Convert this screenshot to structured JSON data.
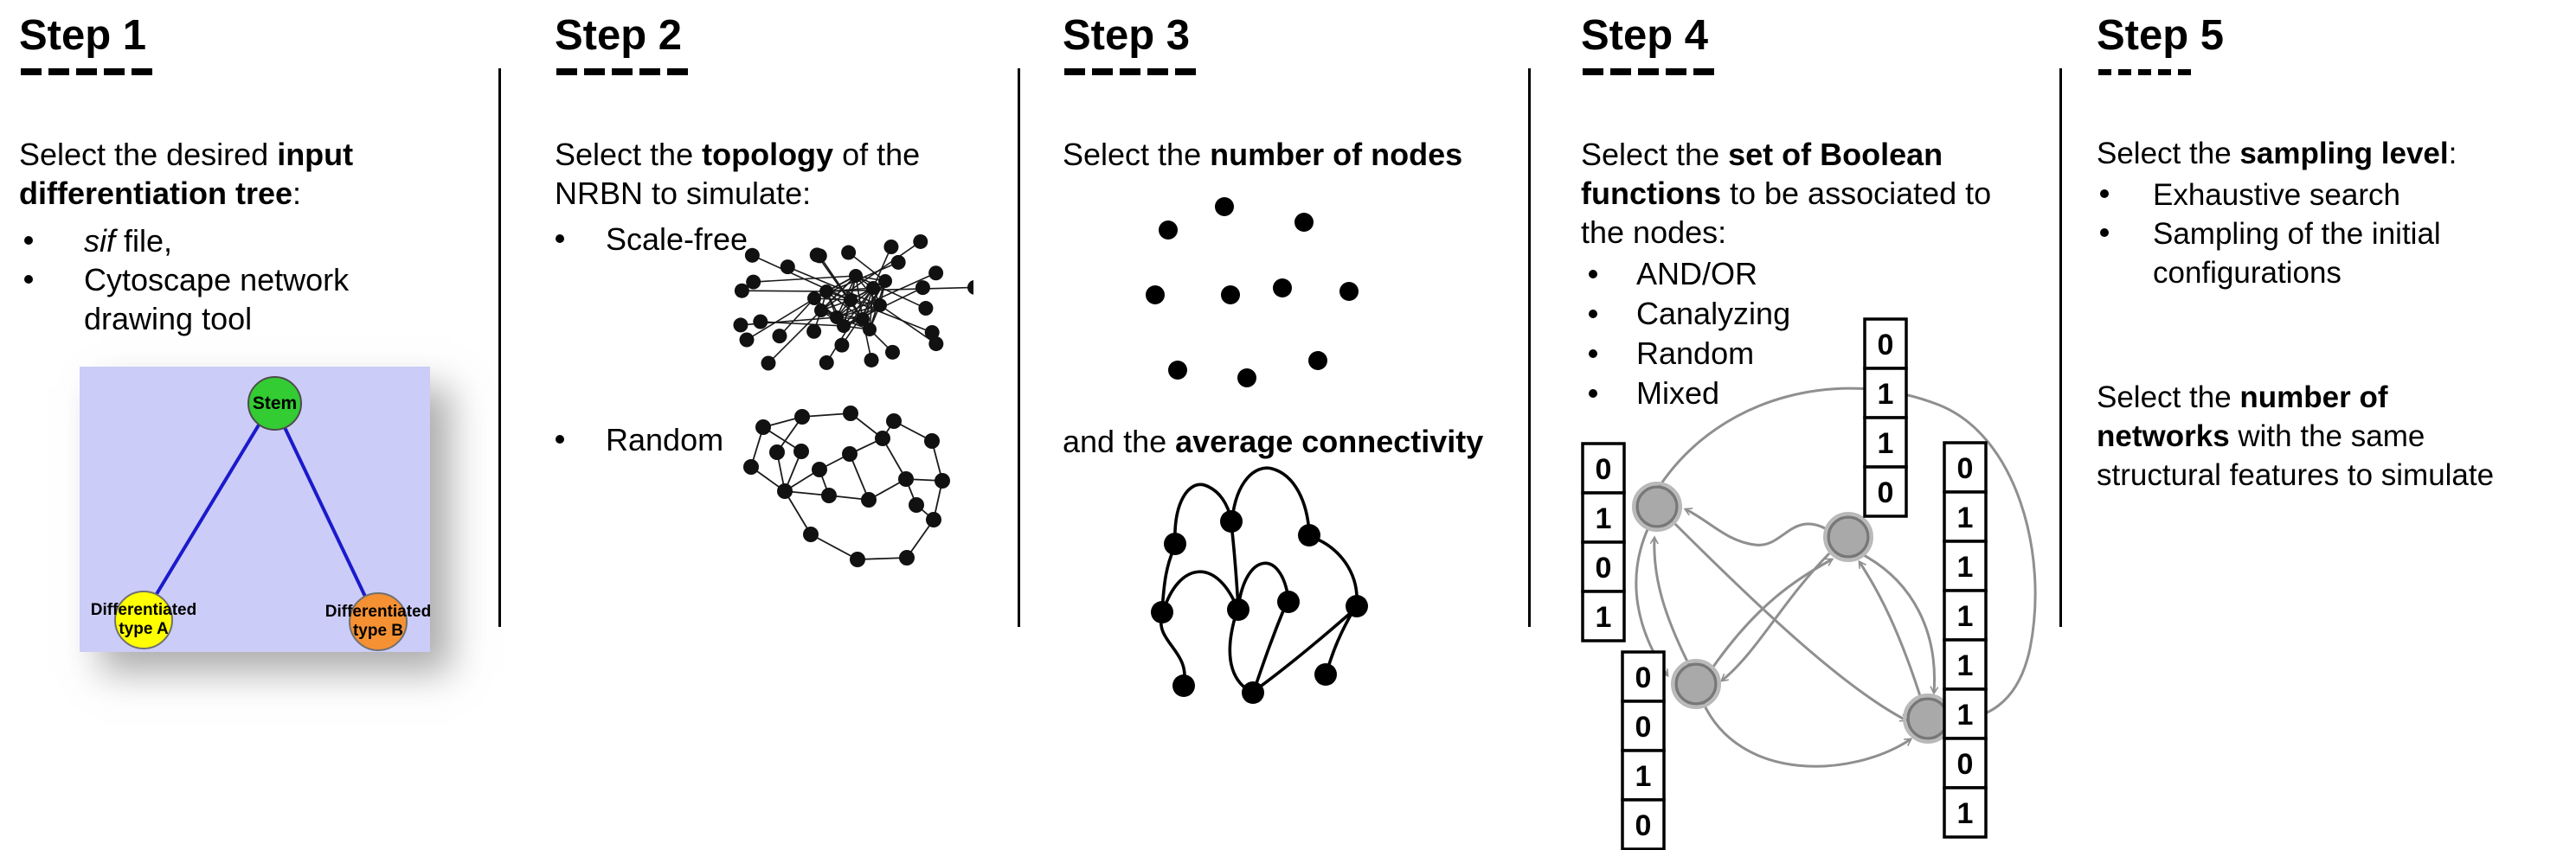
{
  "step1": {
    "heading": "Step 1",
    "dashes": "- - - - -",
    "intro_lines": [
      [
        {
          "t": "Select the desired "
        },
        {
          "t": "input",
          "b": true
        }
      ],
      [
        {
          "t": "differentiation tree",
          "b": true
        },
        {
          "t": ":"
        }
      ]
    ],
    "bullets": [
      {
        "lines": [
          [
            {
              "t": "sif",
              "i": true
            },
            {
              "t": " file,"
            }
          ]
        ]
      },
      {
        "lines": [
          [
            "Cytoscape network"
          ],
          [
            "drawing tool"
          ]
        ]
      }
    ],
    "tree": {
      "root_label": "Stem",
      "left_label": "Differentiated type A",
      "right_label": "Differentiated type B",
      "background": "#ccccf8",
      "root_color": "#33cc33",
      "left_color": "#ffff00",
      "right_color": "#f59133",
      "edge_color": "#1a1acc"
    }
  },
  "step2": {
    "heading": "Step 2",
    "dashes": "- - - - -",
    "intro_lines": [
      [
        {
          "t": "Select the "
        },
        {
          "t": "topology",
          "b": true
        },
        {
          "t": " of the"
        }
      ],
      [
        "NRBN to simulate:"
      ]
    ],
    "bullets": [
      {
        "lines": [
          [
            "Scale-free"
          ]
        ]
      },
      {
        "lines": [
          [
            "Random"
          ]
        ]
      }
    ]
  },
  "step3": {
    "heading": "Step 3",
    "dashes": "- - - - -",
    "intro_lines": [
      [
        {
          "t": "Select the "
        },
        {
          "t": "number of nodes",
          "b": true
        }
      ]
    ],
    "second_lines": [
      [
        {
          "t": "and the "
        },
        {
          "t": "average connectivity",
          "b": true
        }
      ]
    ]
  },
  "step4": {
    "heading": "Step 4",
    "dashes": "- - - - -",
    "intro_lines": [
      [
        {
          "t": "Select the "
        },
        {
          "t": "set of Boolean",
          "b": true
        }
      ],
      [
        {
          "t": "functions",
          "b": true
        },
        {
          "t": " to be associated to"
        }
      ],
      [
        "the nodes:"
      ]
    ],
    "bullets": [
      {
        "lines": [
          [
            "AND/OR"
          ]
        ]
      },
      {
        "lines": [
          [
            "Canalyzing"
          ]
        ]
      },
      {
        "lines": [
          [
            "Random"
          ]
        ]
      },
      {
        "lines": [
          [
            "Mixed"
          ]
        ]
      }
    ],
    "truth_tables": {
      "left": [
        "0",
        "1",
        "0",
        "1"
      ],
      "top": [
        "0",
        "1",
        "1",
        "0"
      ],
      "bottom_left": [
        "0",
        "0",
        "1",
        "0"
      ],
      "right": [
        "0",
        "1",
        "1",
        "1",
        "1",
        "1",
        "0",
        "1"
      ]
    }
  },
  "step5": {
    "heading": "Step 5",
    "dashes": "- - - - -",
    "intro_lines": [
      [
        {
          "t": "Select the "
        },
        {
          "t": "sampling level",
          "b": true
        },
        {
          "t": ":"
        }
      ]
    ],
    "bullets": [
      {
        "lines": [
          [
            "Exhaustive search"
          ]
        ]
      },
      {
        "lines": [
          [
            "Sampling of the initial"
          ],
          [
            "configurations"
          ]
        ]
      }
    ],
    "second_lines": [
      [
        {
          "t": "Select the "
        },
        {
          "t": "number of",
          "b": true
        }
      ],
      [
        {
          "t": "networks",
          "b": true
        },
        {
          "t": " with the same"
        }
      ],
      [
        "structural features to simulate"
      ]
    ]
  }
}
